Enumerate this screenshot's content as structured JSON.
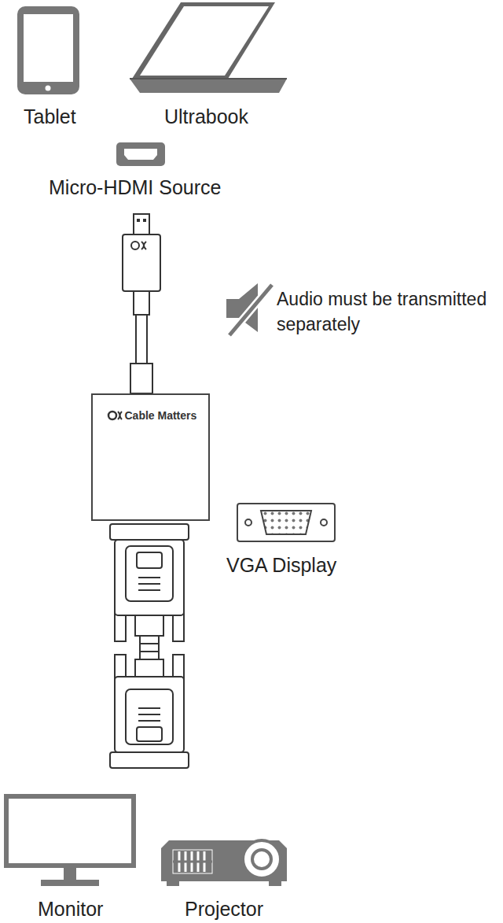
{
  "diagram": {
    "nodes": [
      {
        "text": [
          "Cable Matters"
        ]
      }
    ],
    "labels": [
      "Tablet",
      "Ultrabook",
      "Micro-HDMI Source",
      "Audio must be transmitted separately",
      "VGA Display",
      "Monitor",
      "Projector"
    ]
  }
}
